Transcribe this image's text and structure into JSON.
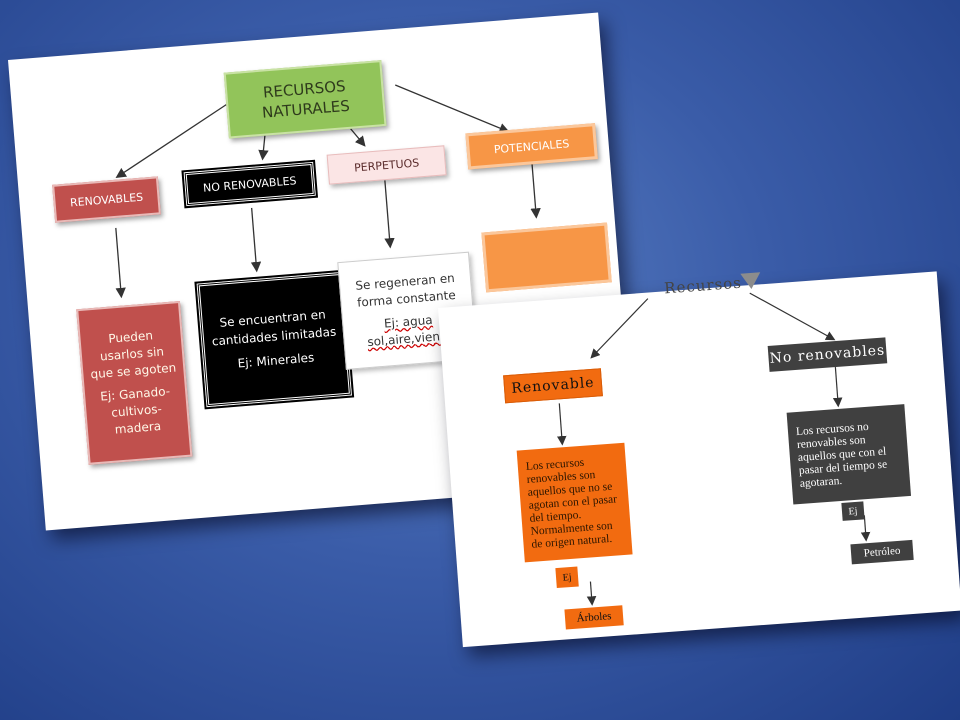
{
  "card1": {
    "root": {
      "line1": "RECURSOS",
      "line2": "NATURALES"
    },
    "categories": {
      "renovables": "RENOVABLES",
      "no_renovables": "NO RENOVABLES",
      "perpetuos": "PERPETUOS",
      "potenciales": "POTENCIALES"
    },
    "descriptions": {
      "renovables": {
        "text": "Pueden usarlos sin que se agoten",
        "example": "Ej: Ganado-cultivos-madera"
      },
      "no_renovables": {
        "text": "Se encuentran en cantidades limitadas",
        "example": "Ej: Minerales"
      },
      "perpetuos": {
        "text": "Se regeneran en forma constante",
        "example_label": "Ej: agua",
        "example_items": "sol,aire,viento"
      }
    }
  },
  "card2": {
    "root": "Recursos",
    "renovable": {
      "label": "Renovable",
      "description": "Los recursos renovables son aquellos que no se agotan con el pasar del tiempo. Normalmente son de origen natural.",
      "ej": "Ej",
      "example": "Árboles"
    },
    "no_renovables": {
      "label": "No renovables",
      "description": "Los recursos no renovables son aquellos que con el pasar del tiempo se agotaran.",
      "ej": "Ej",
      "example": "Petróleo"
    }
  }
}
